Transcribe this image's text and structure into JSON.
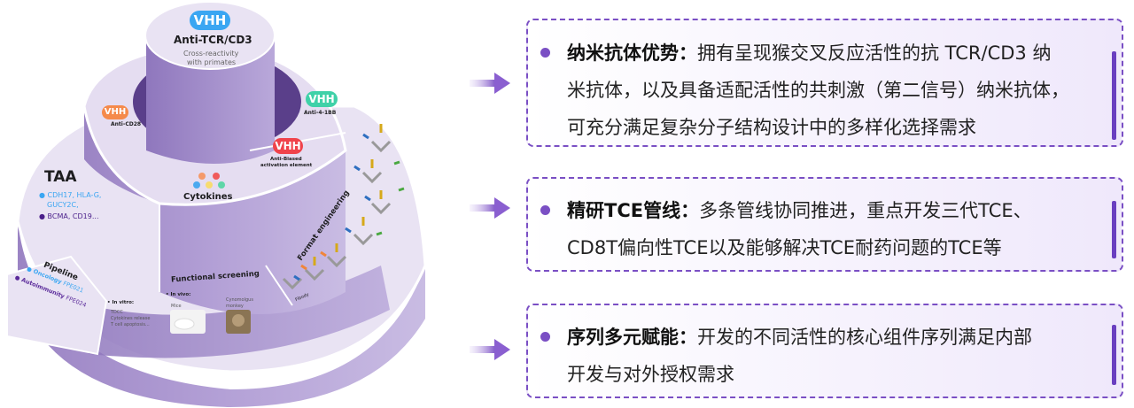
{
  "diagram": {
    "center": {
      "badge": "VHH",
      "title": "Anti-TCR/CD3",
      "subtitle_line1": "Cross-reactivity",
      "subtitle_line2": "with primates"
    },
    "ring_items": [
      {
        "badge": "VHH",
        "label": "Anti-CD28",
        "color": "#f58a4b"
      },
      {
        "badge": "VHH",
        "label": "Anti-4-1BB",
        "color": "#3fd1a8"
      },
      {
        "badge": "VHH",
        "label_line1": "Anti-Biased",
        "label_line2": "activation element",
        "color": "#f0434b"
      }
    ],
    "center_badge_color": "#3aa6f2",
    "cytokines": {
      "label": "Cytokines",
      "dot_colors": [
        "#f59a6a",
        "#f05a5a",
        "#4ba9ef",
        "#f7dc6f",
        "#5fd6a8"
      ]
    },
    "taa": {
      "title": "TAA",
      "items": [
        {
          "text": "CDH17, HLA-G,",
          "color": "#3aa6f2"
        },
        {
          "text": "GUCY2C,",
          "color": "#3aa6f2"
        },
        {
          "text": "BCMA, CD19...",
          "color": "#4a1f8a"
        }
      ]
    },
    "pipeline": {
      "title": "Pipeline",
      "items": [
        {
          "name": "Oncology",
          "code": "FPE021",
          "color": "#3aa6f2"
        },
        {
          "name": "Autoimmunity",
          "code": "FPE024",
          "color": "#5a2a9a"
        }
      ]
    },
    "functional_screening": {
      "title": "Functional screening",
      "in_vitro": {
        "label": "In vitro:",
        "lines": [
          "TDCC",
          "Cytokines release",
          "T cell apoptosis..."
        ]
      },
      "in_vivo": {
        "label": "In vivo:",
        "mice": "Mice",
        "monkey_line1": "Cynomolgus",
        "monkey_line2": "monkey"
      }
    },
    "format_engineering": {
      "title": "Format engineering",
      "fibody": "Fibody"
    }
  },
  "cards": [
    {
      "heading": "纳米抗体优势：",
      "lines": [
        "拥有呈现猴交叉反应活性的抗 TCR/CD3 纳",
        "米抗体，以及具备适配活性的共刺激（第二信号）纳米抗体，",
        "可充分满足复杂分子结构设计中的多样化选择需求"
      ]
    },
    {
      "heading": "精研TCE管线：",
      "lines": [
        "多条管线协同推进，重点开发三代TCE、",
        "CD8T偏向性TCE以及能够解决TCE耐药问题的TCE等"
      ]
    },
    {
      "heading": "序列多元赋能：",
      "lines": [
        "开发的不同活性的核心组件序列满足内部",
        "开发与对外授权需求"
      ]
    }
  ],
  "colors": {
    "accent": "#7a4fc4",
    "accent_dark": "#6a3fc0",
    "ring_top": "#e9e3f3",
    "ring_side": "#a893cc",
    "ring_side_light": "#c5b6e0",
    "ring_inner": "#5a3f8a"
  }
}
